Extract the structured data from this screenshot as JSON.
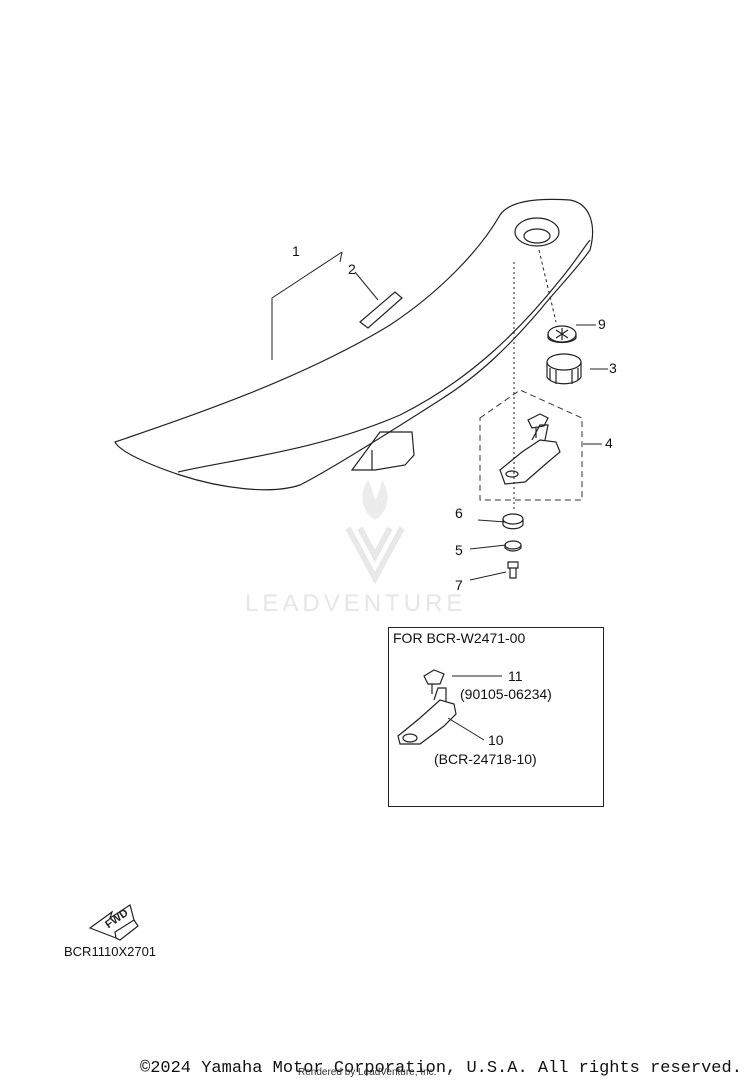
{
  "diagram": {
    "callouts": [
      {
        "id": "1",
        "label": "1"
      },
      {
        "id": "2",
        "label": "2"
      },
      {
        "id": "3",
        "label": "3"
      },
      {
        "id": "4",
        "label": "4"
      },
      {
        "id": "5",
        "label": "5"
      },
      {
        "id": "6",
        "label": "6"
      },
      {
        "id": "7",
        "label": "7"
      },
      {
        "id": "9",
        "label": "9"
      },
      {
        "id": "10",
        "label": "10"
      },
      {
        "id": "11",
        "label": "11"
      }
    ],
    "inset": {
      "title": "FOR BCR-W2471-00",
      "part_11": "(90105-06234)",
      "part_10": "(BCR-24718-10)"
    },
    "fwd_label": "FWD",
    "diagram_code": "BCR1110X2701"
  },
  "watermark": {
    "brand": "LEADVENTURE"
  },
  "footer": {
    "copyright": "©2024 Yamaha Motor Corporation, U.S.A. All rights reserved.",
    "rendered_by": "Rendered by LeadVenture, Inc."
  }
}
